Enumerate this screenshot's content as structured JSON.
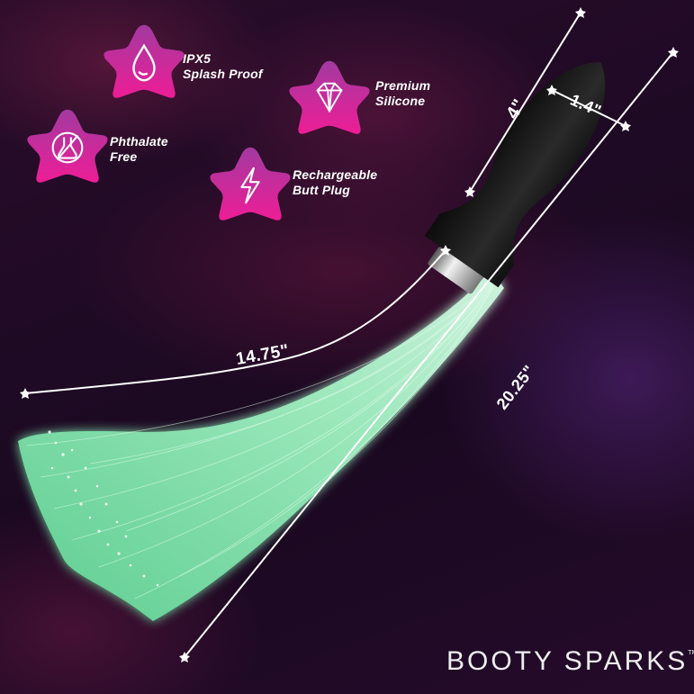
{
  "features": [
    {
      "icon": "water-drop-icon",
      "line1": "IPX5",
      "line2": "Splash Proof"
    },
    {
      "icon": "diamond-icon",
      "line1": "Premium",
      "line2": "Silicone"
    },
    {
      "icon": "no-phthalate-flask-icon",
      "line1": "Phthalate",
      "line2": "Free"
    },
    {
      "icon": "lightning-bolt-icon",
      "line1": "Rechargeable",
      "line2": "Butt Plug"
    }
  ],
  "dimensions": {
    "plug_length": "4\"",
    "plug_width": "1.4\"",
    "tail_length": "14.75\"",
    "total_length": "20.25\""
  },
  "brand": {
    "name": "BOOTY SPARKS",
    "trademark": "TM"
  },
  "colors": {
    "badge_top": "#a23aa0",
    "badge_bottom": "#ee1d96",
    "tail_green": "#8ff0b8",
    "background": "#1e0a24",
    "text": "#ffffff"
  }
}
